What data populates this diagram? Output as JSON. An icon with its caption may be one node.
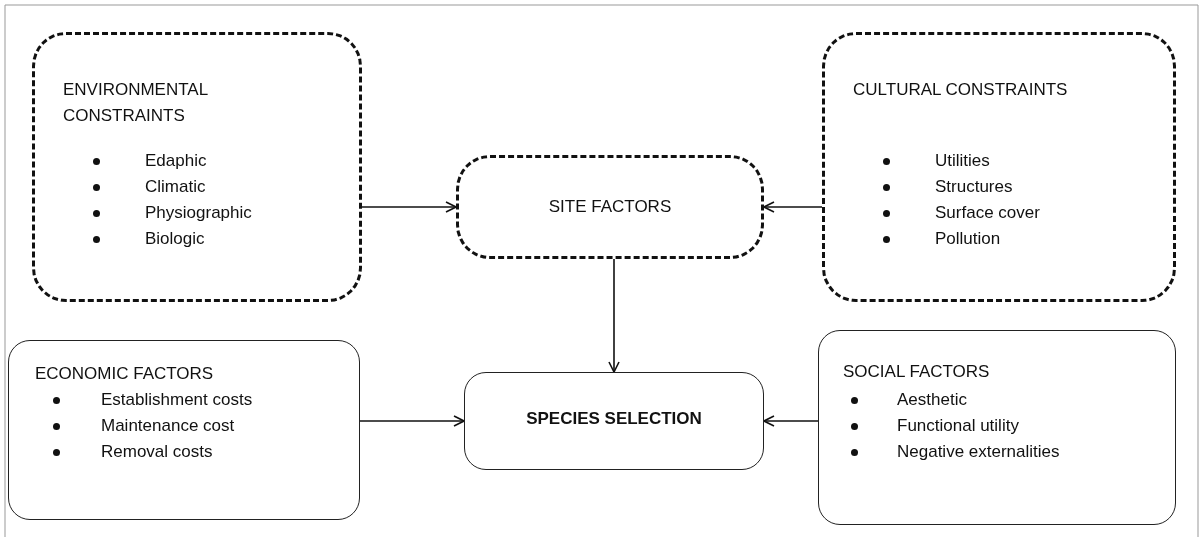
{
  "diagram": {
    "nodes": [
      {
        "text": [
          "ENVIRONMENTAL CONSTRAINTS",
          "Edaphic",
          "Climatic",
          "Physiographic",
          "Biologic"
        ]
      },
      {
        "text": [
          "SITE FACTORS"
        ]
      },
      {
        "text": [
          "CULTURAL CONSTRAINTS",
          "Utilities",
          "Structures",
          "Surface cover",
          "Pollution"
        ]
      },
      {
        "text": [
          "ECONOMIC FACTORS",
          "Establishment costs",
          "Maintenance cost",
          "Removal costs"
        ]
      },
      {
        "text": [
          "SPECIES SELECTION"
        ]
      },
      {
        "text": [
          "SOCIAL FACTORS",
          "Aesthetic",
          "Functional utility",
          "Negative externalities"
        ]
      }
    ],
    "edges": [
      {
        "from": 0,
        "to": 1,
        "arrow": "to"
      },
      {
        "from": 2,
        "to": 1,
        "arrow": "to"
      },
      {
        "from": 1,
        "to": 4,
        "arrow": "to"
      },
      {
        "from": 3,
        "to": 4,
        "arrow": "to"
      },
      {
        "from": 5,
        "to": 4,
        "arrow": "to"
      }
    ]
  }
}
